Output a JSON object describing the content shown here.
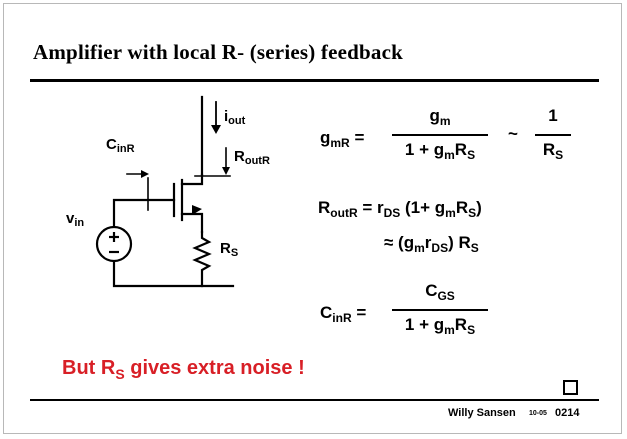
{
  "title": "Amplifier with local R- (series) feedback",
  "circuit": {
    "i_out": "i",
    "i_out_sub": "out",
    "cin": "C",
    "cin_sub": "inR",
    "rout": "R",
    "rout_sub": "outR",
    "vin": "v",
    "vin_sub": "in",
    "rs": "R",
    "rs_sub": "S"
  },
  "equations": {
    "gmr_lhs": "g",
    "gmr_lhs_sub": "mR",
    "gmr_num": "g",
    "gmr_num_sub": "m",
    "gmr_den_a": "1 + g",
    "gmr_den_sub_m": "m",
    "gmr_den_b": "R",
    "gmr_den_sub_s": "S",
    "approx": "~",
    "approx_num": "1",
    "approx_den": "R",
    "approx_den_sub": "S",
    "rout_lhs": "R",
    "rout_lhs_sub": "outR",
    "rout_rhs_a": "= r",
    "rout_rhs_sub_ds": "DS",
    "rout_rhs_b": " (1+ g",
    "rout_rhs_sub_m": "m",
    "rout_rhs_c": "R",
    "rout_rhs_sub_s": "S",
    "rout_rhs_d": ")",
    "rout2_a": "≈  (g",
    "rout2_sub_m": "m",
    "rout2_b": "r",
    "rout2_sub_ds": "DS",
    "rout2_c": ") R",
    "rout2_sub_s": "S",
    "cin_lhs": "C",
    "cin_lhs_sub": "inR",
    "cin_num": "C",
    "cin_num_sub": "GS",
    "cin_den_a": "1 + g",
    "cin_den_sub_m": "m",
    "cin_den_b": "R",
    "cin_den_sub_s": "S"
  },
  "note": {
    "a": "But R",
    "sub": "S",
    "b": " gives extra noise !",
    "color": "#d81f26"
  },
  "footer": {
    "author": "Willy Sansen",
    "date": "10-05",
    "page": "0214"
  }
}
